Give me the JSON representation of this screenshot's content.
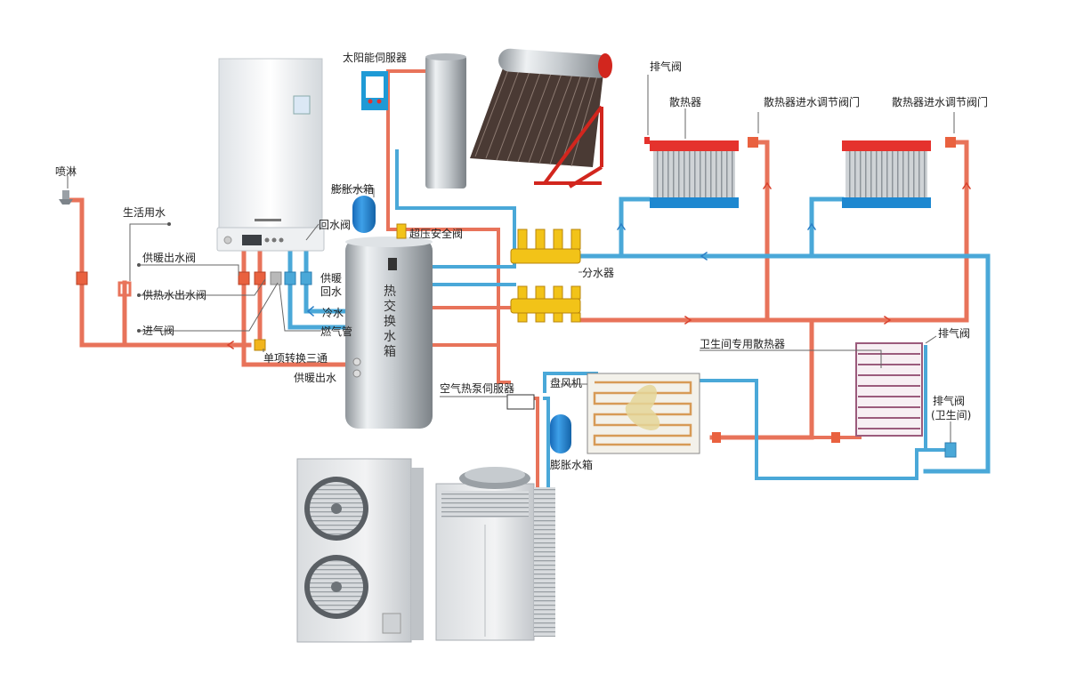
{
  "labels": {
    "solar_server": "太阳能伺服器",
    "exhaust_valve_top": "排气阀",
    "radiator": "散热器",
    "radiator_inlet_valve_1": "散热器进水调节阀门",
    "radiator_inlet_valve_2": "散热器进水调节阀门",
    "shower": "喷淋",
    "domestic_water": "生活用水",
    "expansion_tank_top": "膨胀水箱",
    "return_valve": "回水阀",
    "overpressure_valve": "超压安全阀",
    "heating_outlet_valve": "供暖出水阀",
    "hot_water_outlet_valve": "供热水出水阀",
    "heating_return": "供暖回水",
    "cold_water": "冷水",
    "gas_pipe": "燃气管",
    "inlet_valve": "进气阀",
    "one_way_tee": "单项转换三通",
    "heating_outlet": "供暖出水",
    "distributor": "分水器",
    "bathroom_radiator": "卫生间专用散热器",
    "exhaust_valve_right": "排气阀",
    "air_heat_pump_server": "空气热泵伺服器",
    "fan_coil": "盘风机",
    "exhaust_valve_bathroom_1": "排气阀",
    "exhaust_valve_bathroom_2": "(卫生间)",
    "expansion_tank_bottom": "膨胀水箱",
    "heat_exchange_tank": "热交换水箱"
  },
  "colors": {
    "hot_pipe": "#e8735a",
    "cold_pipe": "#4aa8d8",
    "pipe_outline": "#ffffff",
    "radiator_red": "#e5322d",
    "radiator_blue": "#1e88d0",
    "brass": "#f2c318",
    "steel": "#c9ced3"
  }
}
